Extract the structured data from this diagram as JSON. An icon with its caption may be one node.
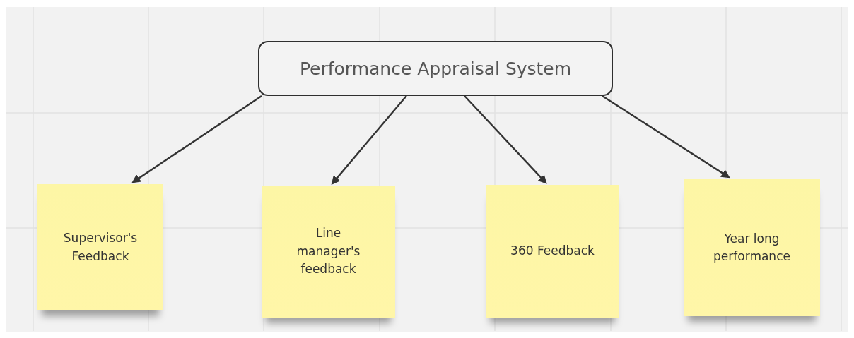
{
  "diagram": {
    "nodes": [
      {
        "text": [
          "Performance Appraisal System"
        ]
      },
      {
        "text": [
          "Supervisor's Feedback"
        ]
      },
      {
        "text": [
          "Line manager's feedback"
        ]
      },
      {
        "text": [
          "360 Feedback"
        ]
      },
      {
        "text": [
          "Year long performance"
        ]
      }
    ],
    "edges": [
      {
        "from": 0,
        "to": 1,
        "arrow": "to"
      },
      {
        "from": 0,
        "to": 2,
        "arrow": "to"
      },
      {
        "from": 0,
        "to": 3,
        "arrow": "to"
      },
      {
        "from": 0,
        "to": 4,
        "arrow": "to"
      }
    ]
  }
}
